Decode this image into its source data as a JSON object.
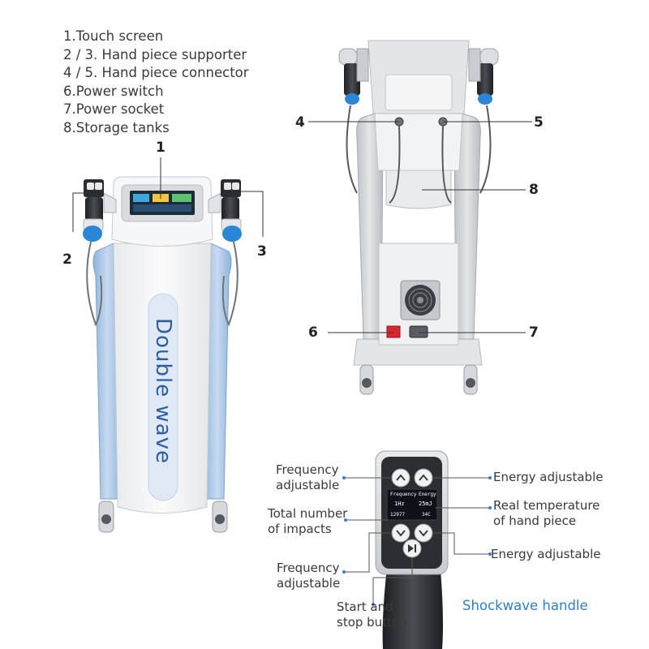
{
  "legend": [
    "1.Touch screen",
    "2 / 3. Hand piece supporter",
    "4 / 5. Hand piece connector",
    "6.Power switch",
    "7.Power socket",
    "8.Storage tanks"
  ],
  "markers": {
    "m1": "1",
    "m2": "2",
    "m3": "3",
    "m4": "4",
    "m5": "5",
    "m6": "6",
    "m7": "7",
    "m8": "8"
  },
  "brand": "Double wave",
  "handle": {
    "caption": "Shockwave handle",
    "screen": {
      "frequency_label": "Frequency",
      "energy_label": "Energy",
      "frequency_value": "1Hz",
      "energy_value": "25mJ",
      "impacts_value": "12977",
      "temp_value": "34C"
    },
    "callouts": {
      "freq_up": [
        "Frequency",
        "adjustable"
      ],
      "impacts": [
        "Total number",
        "of impacts"
      ],
      "freq_down": [
        "Frequency",
        "adjustable"
      ],
      "start_stop": [
        "Start and",
        "stop button"
      ],
      "energy_up": "Energy adjustable",
      "temperature": [
        "Real temperature",
        "of hand piece"
      ],
      "energy_down": "Energy adjustable"
    }
  },
  "colors": {
    "accent_blue": "#2f7fc3",
    "frame_blue": "#a9c6e6",
    "probe_blue": "#2a86d6",
    "body_white": "#f4f5f6",
    "line_dark": "#333333",
    "dot_blue": "#3b7cc4"
  }
}
